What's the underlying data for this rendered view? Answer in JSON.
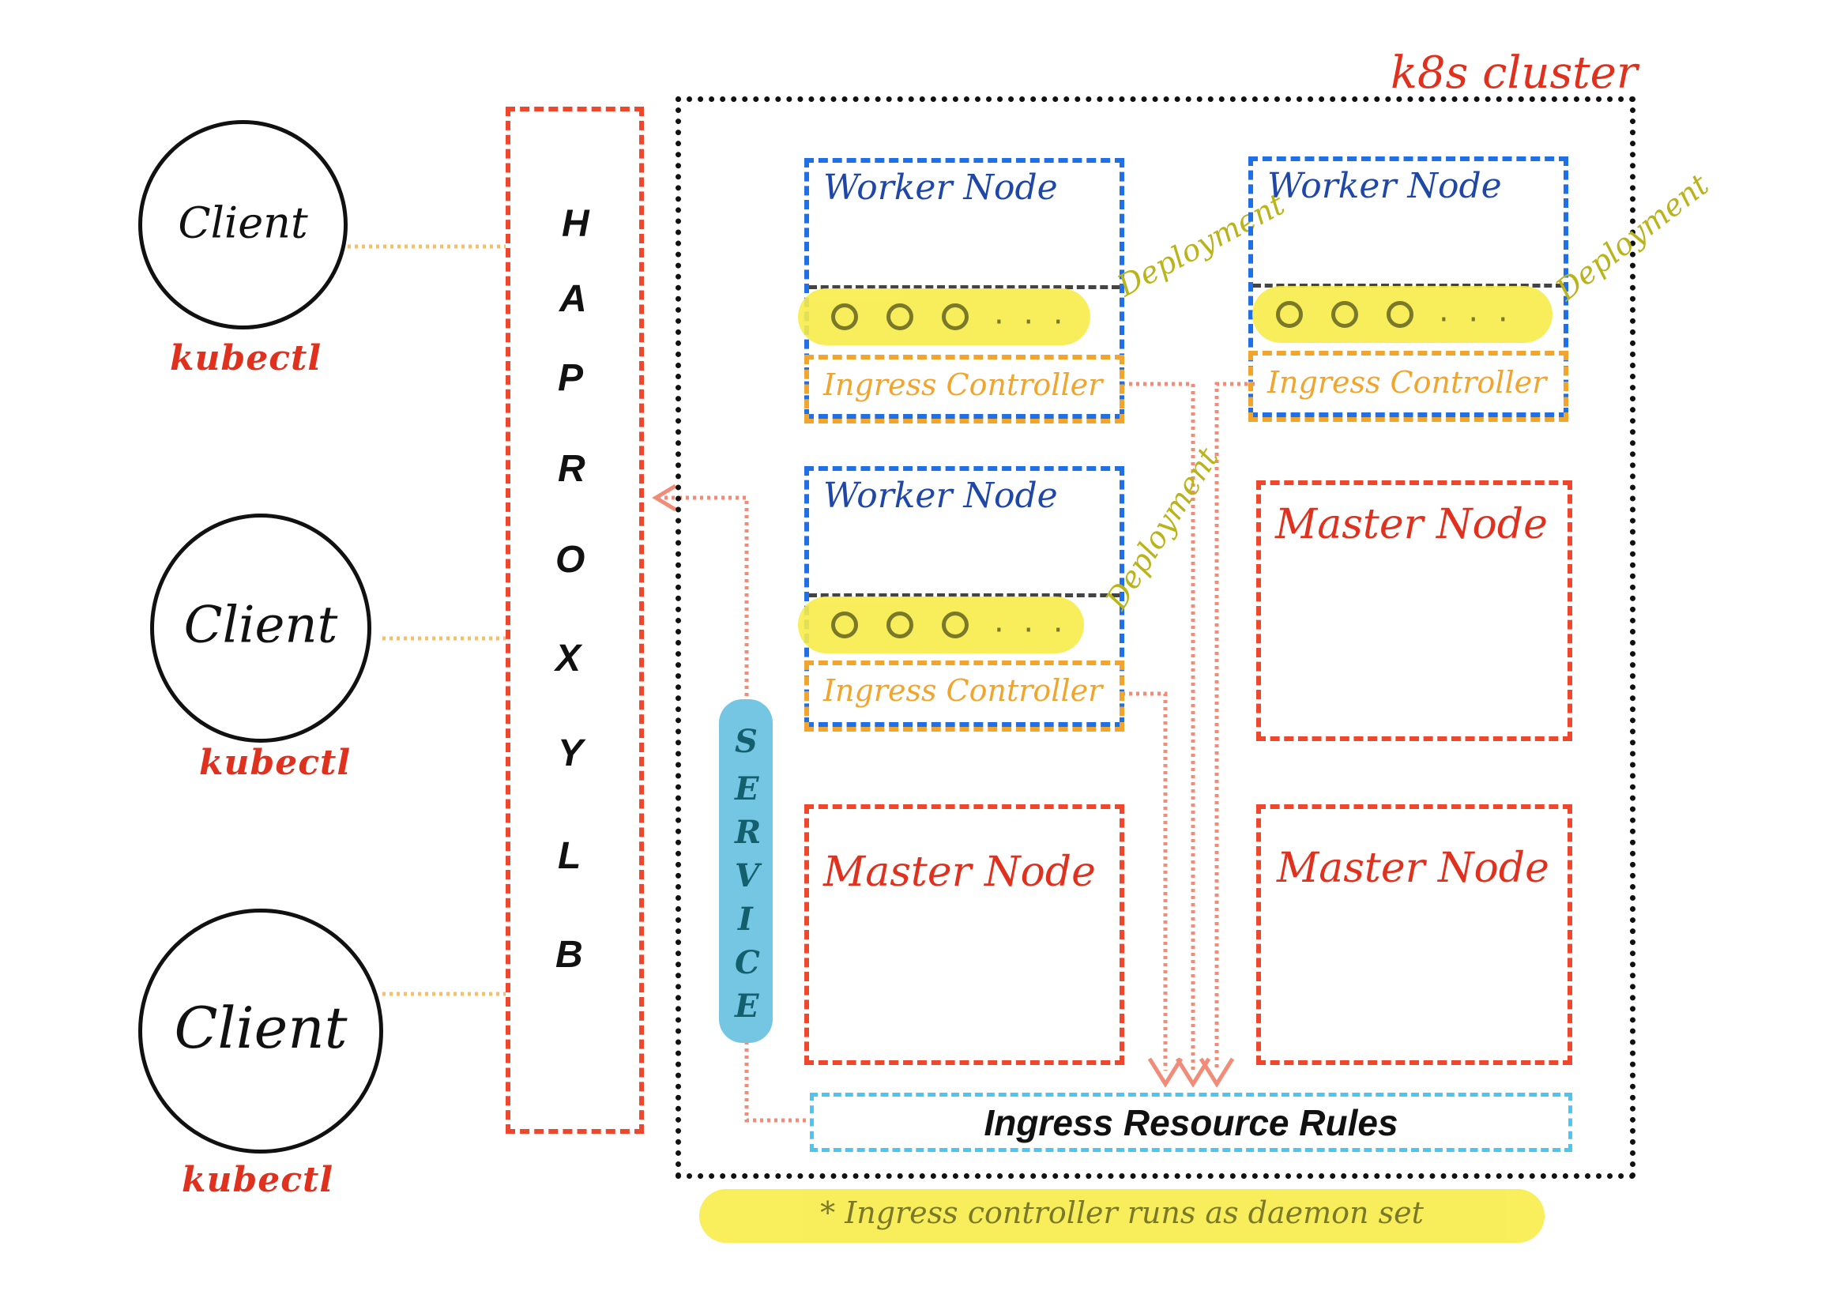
{
  "clients": [
    {
      "label": "Client",
      "tool": "kubectl"
    },
    {
      "label": "Client",
      "tool": "kubectl"
    },
    {
      "label": "Client",
      "tool": "kubectl"
    }
  ],
  "haproxy_letters": [
    "H",
    "A",
    "P",
    "R",
    "O",
    "X",
    "Y",
    "L",
    "B"
  ],
  "cluster": {
    "label": "k8s cluster"
  },
  "worker_nodes": [
    {
      "label": "Worker Node",
      "ingress": "Ingress Controller",
      "deployment": "Deployment",
      "pods_more": ". . ."
    },
    {
      "label": "Worker Node",
      "ingress": "Ingress Controller",
      "deployment": "Deployment",
      "pods_more": ". . ."
    },
    {
      "label": "Worker Node",
      "ingress": "Ingress Controller",
      "deployment": "Deployment",
      "pods_more": ". . ."
    }
  ],
  "master_nodes": [
    {
      "label": "Master Node"
    },
    {
      "label": "Master Node"
    },
    {
      "label": "Master Node"
    }
  ],
  "service_letters": [
    "S",
    "E",
    "R",
    "V",
    "I",
    "C",
    "E"
  ],
  "ingress_rules": {
    "label": "Ingress Resource Rules"
  },
  "note": {
    "text": "* Ingress controller runs as daemon set"
  },
  "colors": {
    "red": "#f0462c",
    "blue": "#1f6fe6",
    "orange": "#f2a52c",
    "yellow": "#f8ec4a",
    "cyan": "#4cc6f0",
    "service": "#74c6e2",
    "connector": "#f28b77"
  }
}
